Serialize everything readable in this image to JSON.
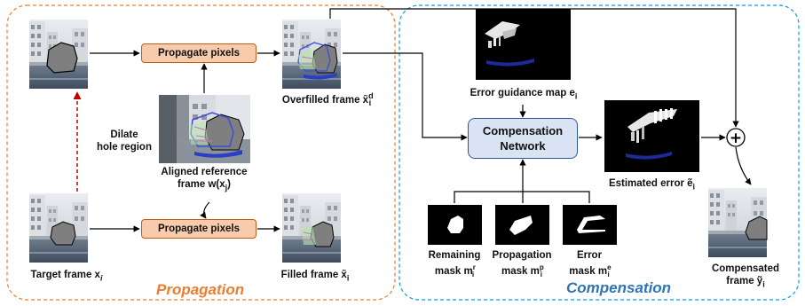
{
  "sections": {
    "propagation": {
      "title": "Propagation",
      "color": "#ed7d31"
    },
    "compensation": {
      "title": "Compensation",
      "color": "#2e75b6"
    }
  },
  "boxes": {
    "propagate_top": "Propagate pixels",
    "propagate_bottom": "Propagate pixels",
    "network_line1": "Compensation",
    "network_line2": "Network"
  },
  "labels": {
    "dilate_line1": "Dilate",
    "dilate_line2": "hole region",
    "target_frame": "Target frame x",
    "target_sub": "i",
    "aligned_line1": "Aligned reference",
    "aligned_line2": "frame w(x",
    "aligned_sub": "j",
    "aligned_close": ")",
    "overfilled": "Overfilled frame x̃",
    "overfilled_sub": "i",
    "overfilled_sup": "d",
    "filled": "Filled frame x̃",
    "filled_sub": "i",
    "error_guidance": "Error guidance map e",
    "error_guidance_sub": "i",
    "estimated_error": "Estimated error ẽ",
    "estimated_error_sub": "i",
    "remaining_line1": "Remaining",
    "remaining_line2": "mask m",
    "remaining_sub": "i",
    "remaining_sup": "r",
    "propagation_line1": "Propagation",
    "propagation_line2": "mask m",
    "propagation_sub": "i",
    "propagation_sup": "p",
    "error_line1": "Error",
    "error_line2": "mask m",
    "error_sub": "i",
    "error_sup": "e",
    "compensated_line1": "Compensated",
    "compensated_line2": "frame ỹ",
    "compensated_sub": "i",
    "plus_symbol": "+"
  }
}
